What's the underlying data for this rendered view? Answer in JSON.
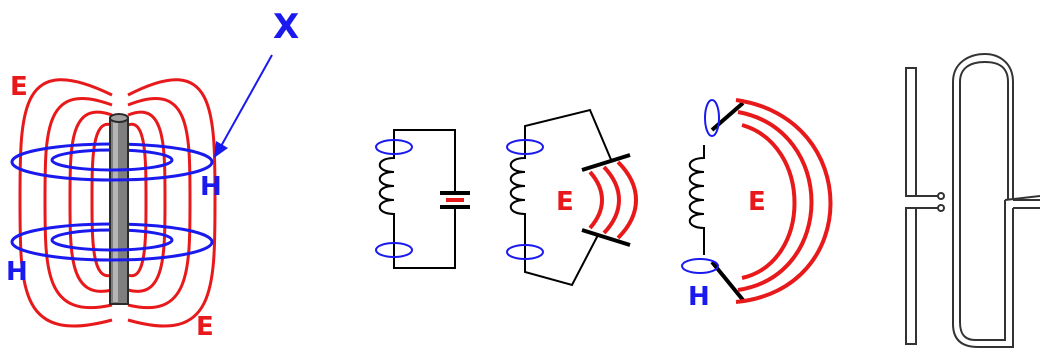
{
  "labels": {
    "x_marker": "X",
    "e_top_left": "E",
    "e_bottom_right": "E",
    "h_right": "H",
    "h_left": "H",
    "e_mid": "E",
    "e_right": "E",
    "h_bottom": "H"
  },
  "colors": {
    "electric_field": "#e8191b",
    "magnetic_field": "#1a1aee",
    "conductor": "#333333",
    "rod": "#808080",
    "wire": "#000000"
  }
}
